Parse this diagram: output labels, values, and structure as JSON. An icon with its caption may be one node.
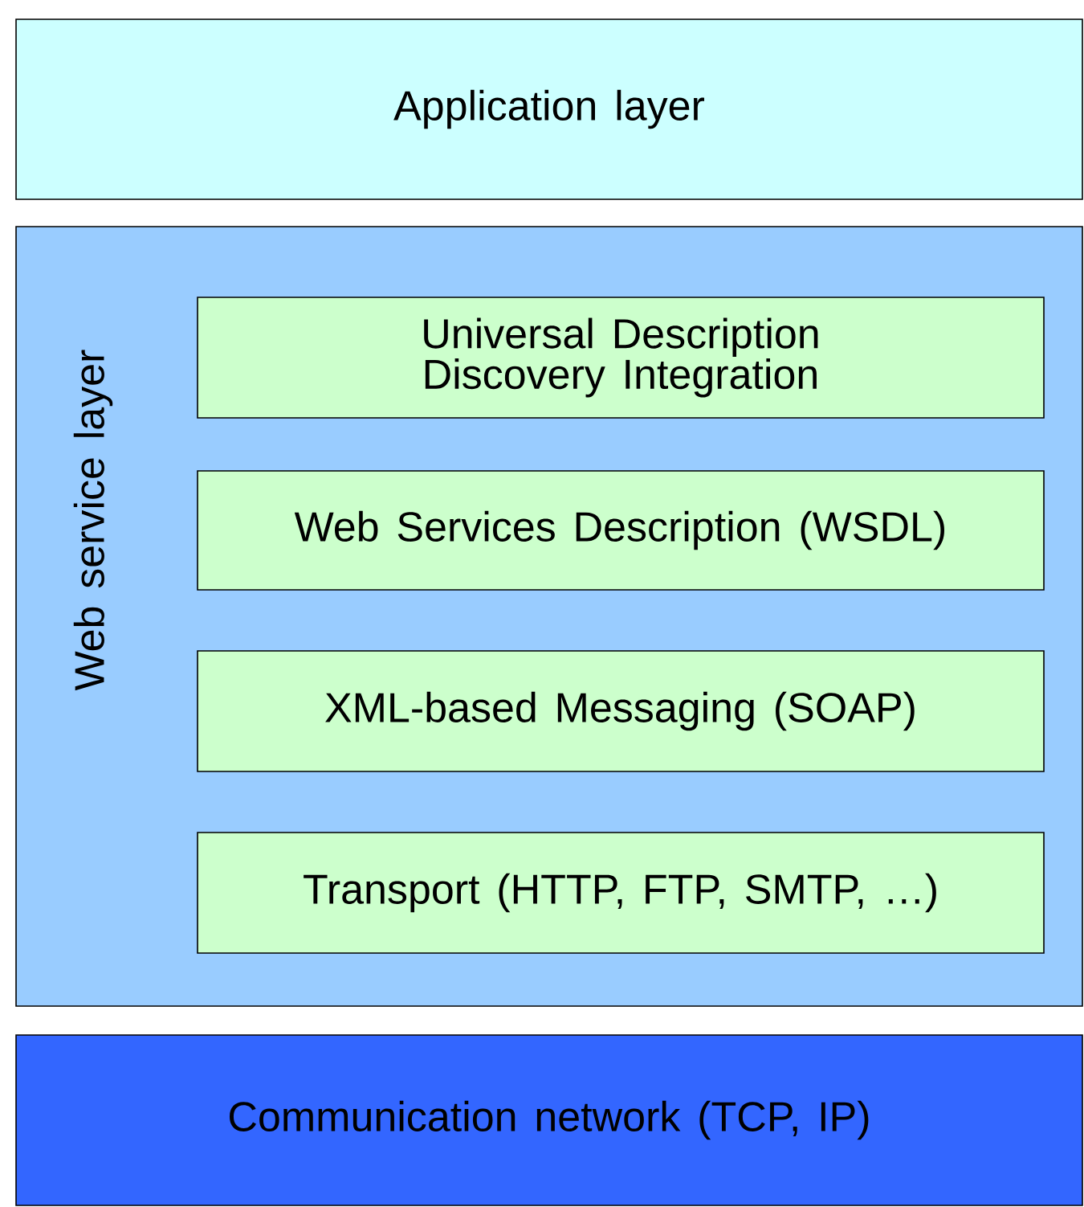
{
  "diagram": {
    "nodes": [
      {
        "text": [
          "Application layer"
        ]
      },
      {
        "text": [
          "Web service layer"
        ]
      },
      {
        "text": [
          "Universal Description Discovery Integration"
        ],
        "in": 1
      },
      {
        "text": [
          "Web Services Description (WSDL)"
        ],
        "in": 1
      },
      {
        "text": [
          "XML-based Messaging (SOAP)"
        ],
        "in": 1
      },
      {
        "text": [
          "Transport (HTTP, FTP, SMTP, …)"
        ],
        "in": 1
      },
      {
        "text": [
          "Communication network (TCP, IP)"
        ]
      }
    ]
  }
}
